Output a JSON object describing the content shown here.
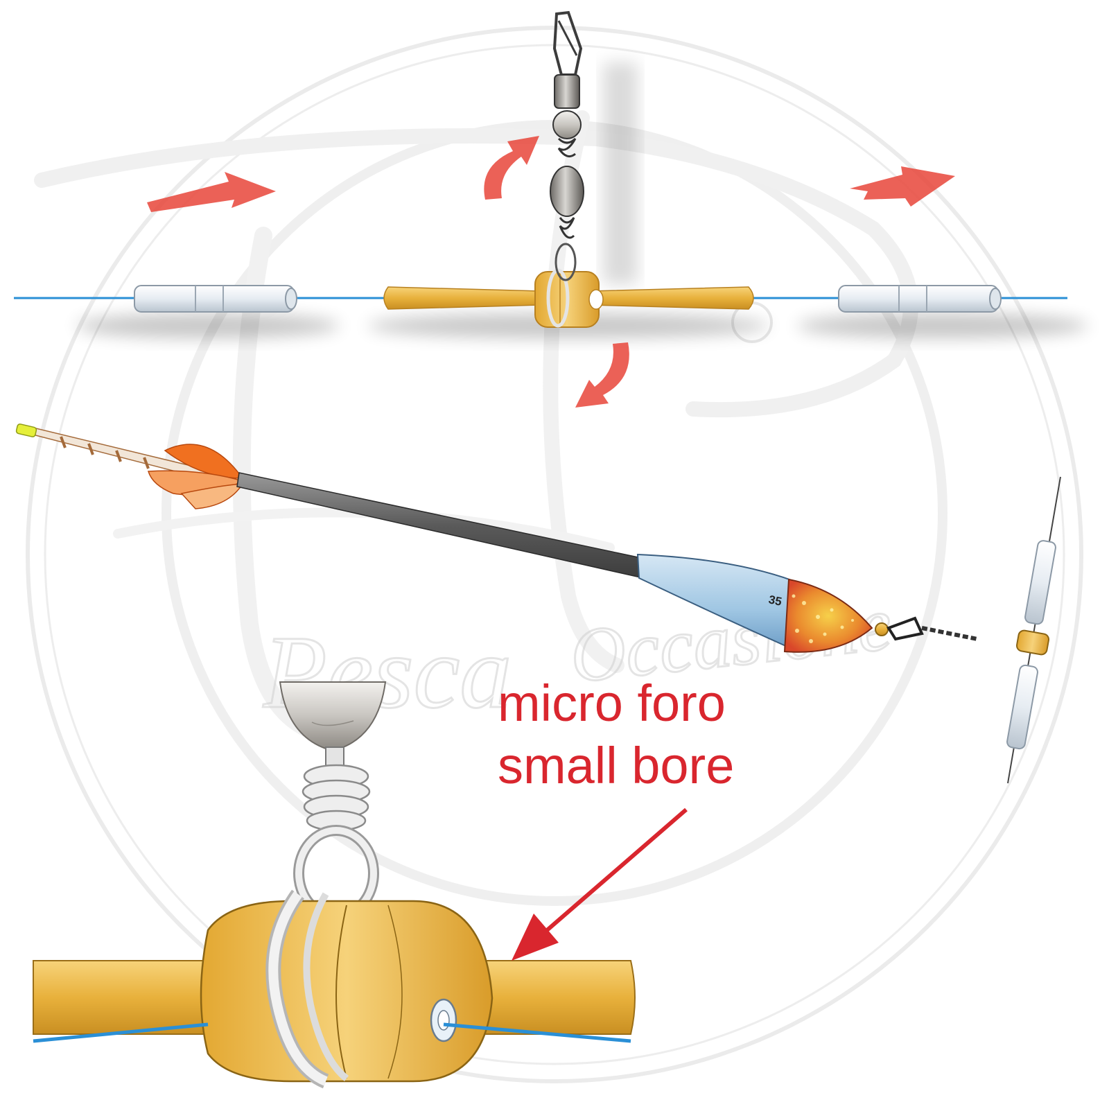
{
  "float_weight": "35",
  "label_line1": "micro foro",
  "label_line2": "small bore",
  "watermark_line1": "Pesca",
  "watermark_line2": "Occasione",
  "colors": {
    "line": "#2a8fd6",
    "sleeve": "#e9b53f",
    "arrow_red": "#e8453a",
    "label_red": "#d9262e",
    "float_body": "#9fc6e3",
    "float_tip": "#f07020"
  }
}
